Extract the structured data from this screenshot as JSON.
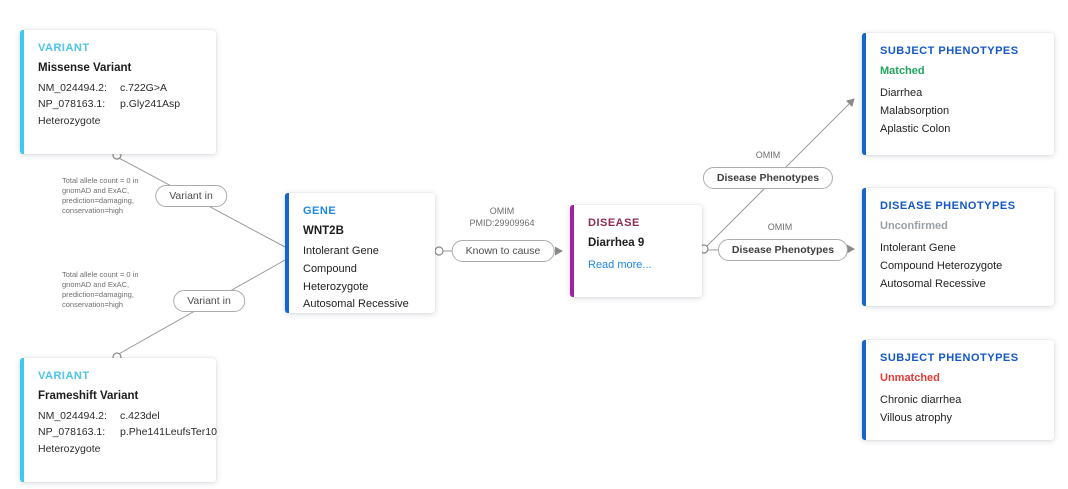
{
  "nodes": {
    "variant_top": {
      "header": "VARIANT",
      "title": "Missense Variant",
      "rows": [
        {
          "label": "NM_024494.2:",
          "value": "c.722G>A"
        },
        {
          "label": "NP_078163.1:",
          "value": "p.Gly241Asp"
        }
      ],
      "zygosity": "Heterozygote"
    },
    "variant_bottom": {
      "header": "VARIANT",
      "title": "Frameshift Variant",
      "rows": [
        {
          "label": "NM_024494.2:",
          "value": "c.423del"
        },
        {
          "label": "NP_078163.1:",
          "value": "p.Phe141LeufsTer10"
        }
      ],
      "zygosity": "Heterozygote"
    },
    "gene": {
      "header": "GENE",
      "title": "WNT2B",
      "lines": [
        "Intolerant Gene",
        "Compound Heterozygote",
        "Autosomal Recessive"
      ]
    },
    "disease": {
      "header": "DISEASE",
      "title": "Diarrhea 9",
      "link": "Read more..."
    },
    "subject_phenotypes_matched": {
      "header": "SUBJECT PHENOTYPES",
      "status": "Matched",
      "items": [
        "Diarrhea",
        "Malabsorption",
        "Aplastic Colon"
      ]
    },
    "disease_phenotypes": {
      "header": "DISEASE PHENOTYPES",
      "status": "Unconfirmed",
      "items": [
        "Intolerant Gene",
        "Compound Heterozygote",
        "Autosomal Recessive"
      ]
    },
    "subject_phenotypes_unmatched": {
      "header": "SUBJECT PHENOTYPES",
      "status": "Unmatched",
      "items": [
        "Chronic diarrhea",
        "Villous atrophy"
      ]
    }
  },
  "edges": {
    "variant_in_top": {
      "label": "Variant in",
      "annotation": "Total allele count = 0 in gnomAD and ExAC, prediction=damaging, conservation=high"
    },
    "variant_in_bottom": {
      "label": "Variant in",
      "annotation": "Total allele count = 0 in gnomAD and ExAC, prediction=damaging, conservation=high"
    },
    "known_to_cause": {
      "label": "Known to cause",
      "source": "OMIM",
      "source_detail": "PMID:29909964"
    },
    "disease_phenotypes_top": {
      "label": "Disease Phenotypes",
      "source": "OMIM"
    },
    "disease_phenotypes_right": {
      "label": "Disease Phenotypes",
      "source": "OMIM"
    }
  },
  "colors": {
    "variant_accent": "#3ec9ee",
    "gene_accent": "#1467c8",
    "disease_accent": "#a0219c",
    "phenotype_accent": "#1467c8",
    "matched": "#1fa55c",
    "unconfirmed": "#9aa0a6",
    "unmatched": "#e63b35",
    "link": "#1e88e5",
    "edge": "#9a9a9a"
  }
}
